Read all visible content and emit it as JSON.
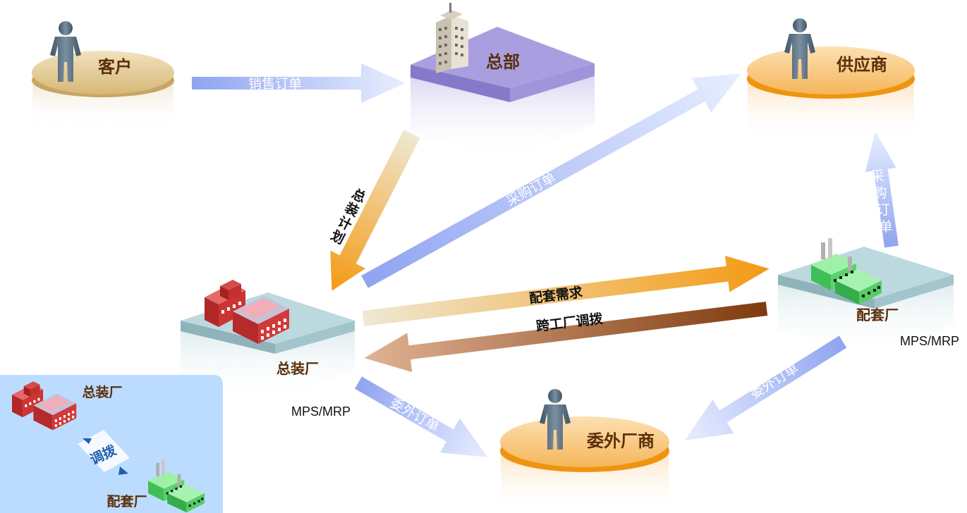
{
  "nodes": {
    "customer": "客户",
    "headquarters": "总部",
    "supplier": "供应商",
    "assembly_plant": "总装厂",
    "support_plant": "配套厂",
    "outsourcer": "委外厂商"
  },
  "edges": {
    "sales_order": "销售订单",
    "assembly_plan_chars": [
      "总",
      "装",
      "计",
      "划"
    ],
    "purchase_order_main": "采购订单",
    "purchase_order_side_chars": [
      "采",
      "购",
      "订",
      "单"
    ],
    "support_demand": "配套需求",
    "cross_plant_transfer": "跨工厂调拨",
    "outsource_order_left": "委外订单",
    "outsource_order_right": "委外订单"
  },
  "annotations": {
    "mps_mrp_assembly": "MPS/MRP",
    "mps_mrp_support": "MPS/MRP"
  },
  "legend": {
    "assembly_plant": "总装厂",
    "transfer": "调拨",
    "support_plant": "配套厂"
  },
  "colors": {
    "pedestal_tan": "#d9bd84",
    "pedestal_orange": "#f5a535",
    "hq_purple": "#9a8ed8",
    "plant_teal": "#b9d7dd",
    "arrow_blue": "#9fb1f2",
    "arrow_orange": "#f49d1a",
    "arrow_brown": "#8a4012",
    "label_brown": "#5a2f0a",
    "legend_bg": "#bfdfff"
  }
}
